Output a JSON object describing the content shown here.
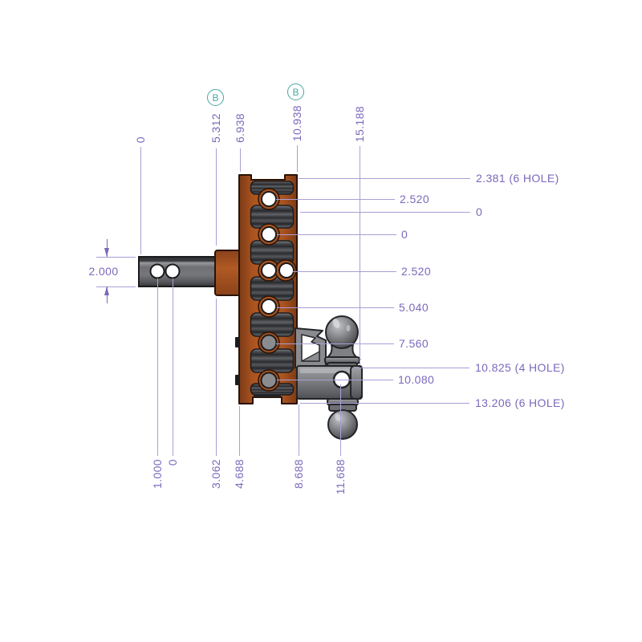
{
  "dims": {
    "top": [
      "0",
      "5.312",
      "6.938",
      "10.938",
      "15.188"
    ],
    "bottom": [
      "1.000",
      "0",
      "3.062",
      "4.688",
      "8.688",
      "11.688"
    ],
    "right": [
      "2.381 (6 HOLE)",
      "2.520",
      "0",
      "0",
      "2.520",
      "5.040",
      "7.560",
      "10.825 (4 HOLE)",
      "10.080",
      "13.206 (6 HOLE)"
    ],
    "left_height": "2.000",
    "datum": "B"
  },
  "colors": {
    "dim_text": "#7c68bb",
    "dim_line": "#ab9ed6",
    "datum_teal": "#49a7a1",
    "bar_orange": "#a8531f",
    "steel_gray": "#85878c",
    "rack_dark": "#2b2c2f"
  }
}
